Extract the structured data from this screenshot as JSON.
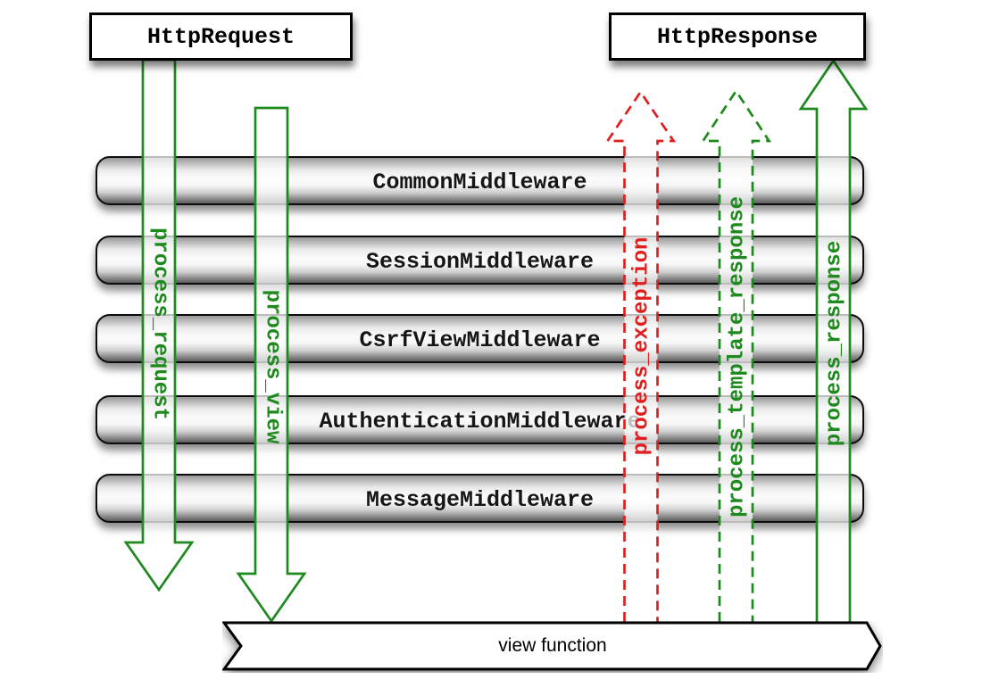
{
  "diagram": {
    "request_box": "HttpRequest",
    "response_box": "HttpResponse",
    "view_banner": "view function",
    "middlewares": [
      "CommonMiddleware",
      "SessionMiddleware",
      "CsrfViewMiddleware",
      "AuthenticationMiddleware",
      "MessageMiddleware"
    ],
    "arrows": [
      {
        "label": "process_request",
        "direction": "down",
        "style": "solid",
        "color": "#1e8a1e"
      },
      {
        "label": "process_view",
        "direction": "down",
        "style": "solid",
        "color": "#1e8a1e"
      },
      {
        "label": "process_exception",
        "direction": "up",
        "style": "dashed",
        "color": "#e01e1e"
      },
      {
        "label": "process_template_response",
        "direction": "up",
        "style": "dashed",
        "color": "#1e8a1e"
      },
      {
        "label": "process_response",
        "direction": "up",
        "style": "solid",
        "color": "#1e8a1e"
      }
    ],
    "colors": {
      "green": "#1e8a1e",
      "red": "#e01e1e",
      "bar_border": "#0c0c0c",
      "box_border": "#000000",
      "arrow_fill": "rgba(255,255,255,0.72)"
    }
  }
}
